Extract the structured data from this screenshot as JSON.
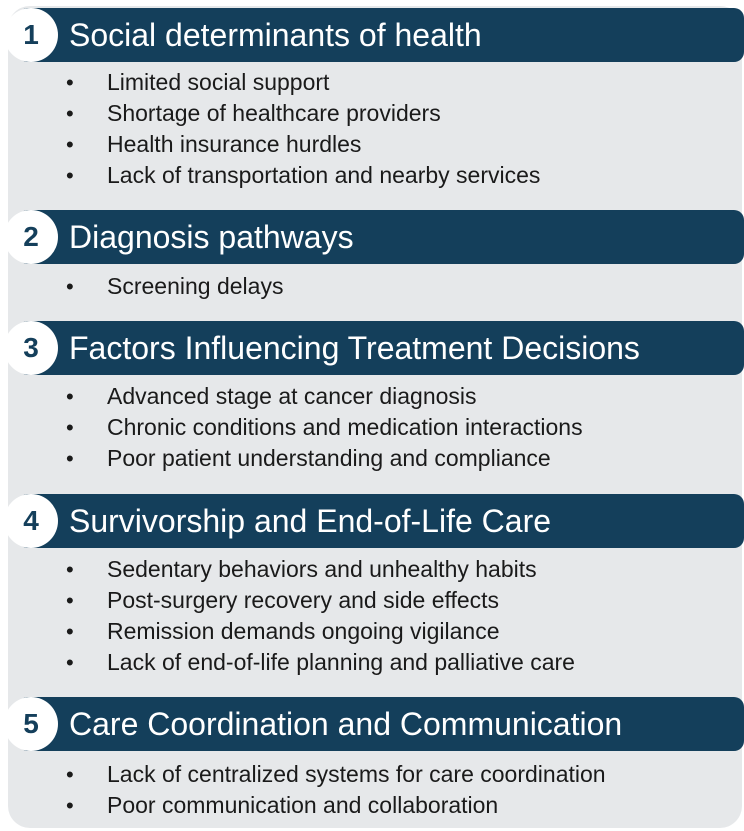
{
  "sections": [
    {
      "number": "1",
      "title": "Social determinants of health",
      "items": [
        "Limited social support",
        "Shortage of healthcare providers",
        "Health insurance hurdles",
        "Lack of transportation and nearby services"
      ]
    },
    {
      "number": "2",
      "title": "Diagnosis pathways",
      "items": [
        "Screening delays"
      ]
    },
    {
      "number": "3",
      "title": "Factors Influencing Treatment Decisions",
      "items": [
        "Advanced stage at cancer diagnosis",
        "Chronic conditions and medication interactions",
        "Poor patient understanding and compliance"
      ]
    },
    {
      "number": "4",
      "title": "Survivorship and End-of-Life Care",
      "items": [
        "Sedentary behaviors and unhealthy habits",
        "Post-surgery recovery and side effects",
        "Remission demands ongoing vigilance",
        "Lack of end-of-life planning and palliative care"
      ]
    },
    {
      "number": "5",
      "title": "Care Coordination and Communication",
      "items": [
        "Lack of centralized systems for care coordination",
        "Poor communication and collaboration"
      ]
    }
  ],
  "bullet_glyph": "•",
  "colors": {
    "header": "#143f5b",
    "panel": "#e6e8ea",
    "text": "#1a1a1a",
    "header_text": "#ffffff"
  }
}
